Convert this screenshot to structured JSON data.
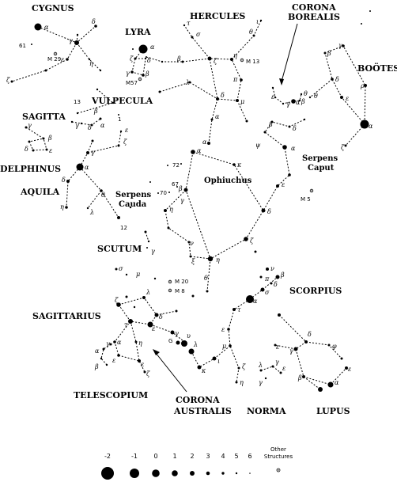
{
  "constellations": {
    "cygnus": "CYGNUS",
    "lyra": "LYRA",
    "hercules": "HERCULES",
    "corona_borealis": [
      "CORONA",
      "BOREALIS"
    ],
    "bootes": "BOÖTES",
    "vulpecula": "VULPECULA",
    "sagitta": "SAGITTA",
    "delphinus": "DELPHINUS",
    "aquila": "AQUILA",
    "serpens_cauda": [
      "Serpens",
      "Cauda"
    ],
    "ophiuchus": "Ophiuchus",
    "serpens_caput": [
      "Serpens",
      "Caput"
    ],
    "scutum": "SCUTUM",
    "scorpius": "SCORPIUS",
    "sagittarius": "SAGITTARIUS",
    "telescopium": "TELESCOPIUM",
    "corona_australis": [
      "CORONA",
      "AUSTRALIS"
    ],
    "norma": "NORMA",
    "lupus": "LUPUS"
  },
  "objects": {
    "m29": "M 29",
    "m57": "M57",
    "m13": "M 13",
    "m5": "M 5",
    "m20": "M 20",
    "m8": "M 8",
    "n61": "61",
    "n13": "13",
    "n1": "1",
    "n72": "72",
    "n67": "67",
    "n70": "70",
    "n12": "12",
    "g": "G"
  },
  "legend": {
    "magnitudes": [
      "-2",
      "-1",
      "0",
      "1",
      "2",
      "3",
      "4",
      "5",
      "6"
    ],
    "other_label": [
      "Other",
      "Structures"
    ],
    "other_icon": "cluster-icon"
  },
  "colors": {
    "ink": "#000000",
    "background": "#ffffff"
  }
}
